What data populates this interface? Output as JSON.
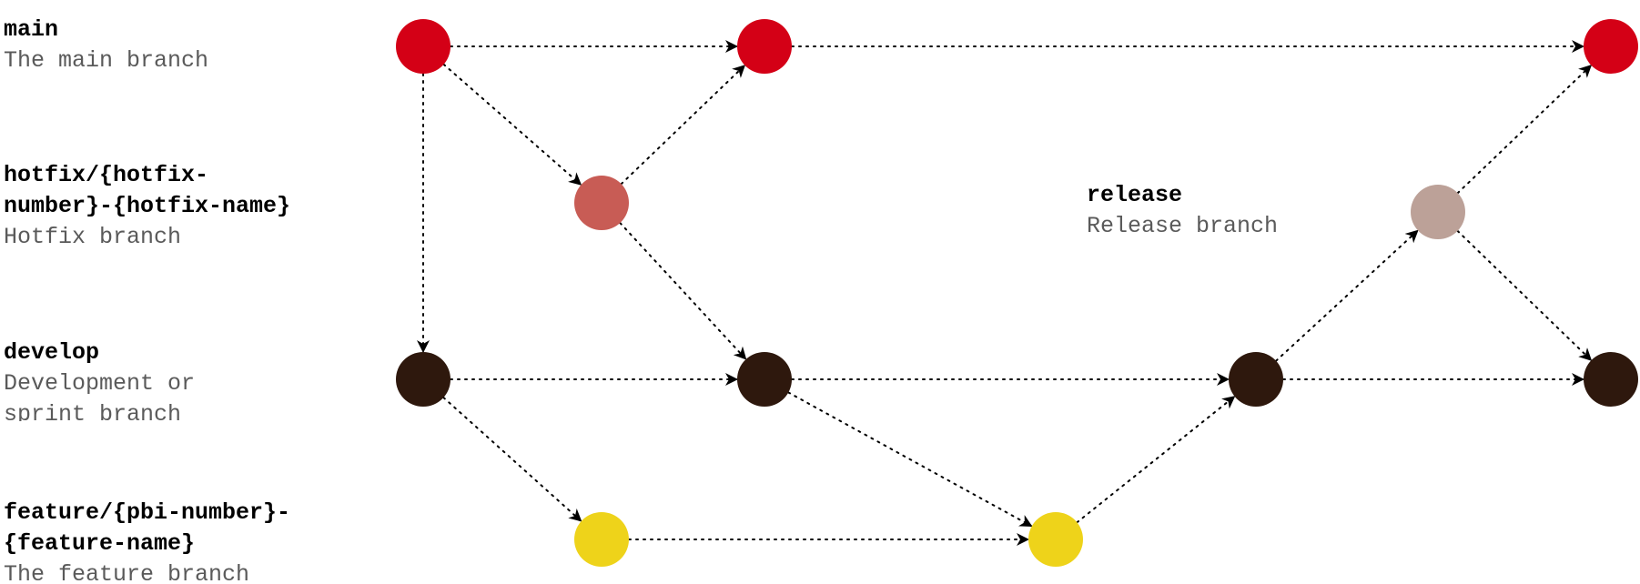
{
  "branches": {
    "main": {
      "title": "main",
      "description": "The main branch",
      "color": "#d40016"
    },
    "hotfix": {
      "title": "hotfix/{hotfix-\nnumber}-{hotfix-name}",
      "description": "Hotfix branch",
      "color": "#c85c55"
    },
    "develop": {
      "title": "develop",
      "description": "Development or\nsprint branch",
      "color": "#2e180d"
    },
    "feature": {
      "title": "feature/{pbi-number}-\n{feature-name}",
      "description": "The feature branch",
      "color": "#eed31a"
    },
    "release": {
      "title": "release",
      "description": "Release branch",
      "color": "#bca198"
    }
  },
  "edge_style": {
    "stroke": "#000000",
    "dash": "dotted"
  },
  "nodes": [
    {
      "id": "m1",
      "branch": "main"
    },
    {
      "id": "m2",
      "branch": "main"
    },
    {
      "id": "m3",
      "branch": "main"
    },
    {
      "id": "h1",
      "branch": "hotfix"
    },
    {
      "id": "r1",
      "branch": "release"
    },
    {
      "id": "d1",
      "branch": "develop"
    },
    {
      "id": "d2",
      "branch": "develop"
    },
    {
      "id": "d3",
      "branch": "develop"
    },
    {
      "id": "d4",
      "branch": "develop"
    },
    {
      "id": "f1",
      "branch": "feature"
    },
    {
      "id": "f2",
      "branch": "feature"
    }
  ],
  "edges": [
    {
      "from": "m1",
      "to": "m2"
    },
    {
      "from": "m2",
      "to": "m3"
    },
    {
      "from": "m1",
      "to": "h1"
    },
    {
      "from": "h1",
      "to": "m2"
    },
    {
      "from": "h1",
      "to": "d2"
    },
    {
      "from": "m1",
      "to": "d1"
    },
    {
      "from": "d1",
      "to": "d2"
    },
    {
      "from": "d2",
      "to": "d3"
    },
    {
      "from": "d3",
      "to": "d4"
    },
    {
      "from": "d1",
      "to": "f1"
    },
    {
      "from": "f1",
      "to": "f2"
    },
    {
      "from": "d2",
      "to": "f2"
    },
    {
      "from": "f2",
      "to": "d3"
    },
    {
      "from": "d3",
      "to": "r1"
    },
    {
      "from": "r1",
      "to": "m3"
    },
    {
      "from": "r1",
      "to": "d4"
    }
  ]
}
